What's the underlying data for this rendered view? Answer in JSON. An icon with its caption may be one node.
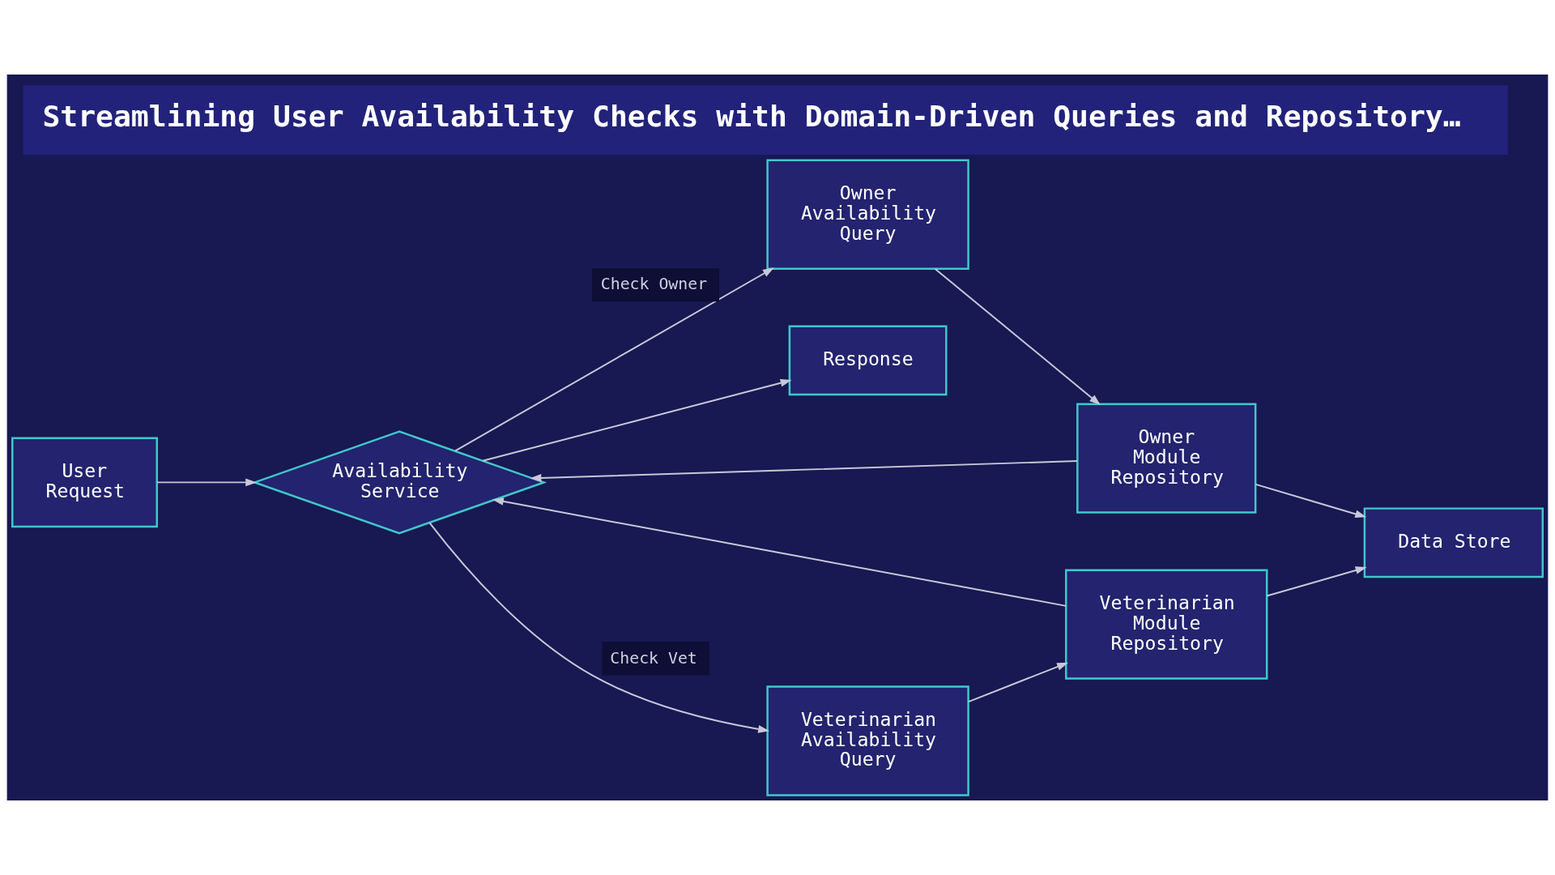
{
  "diagram": {
    "title": "Streamlining User Availability Checks with Domain-Driven Queries and Repository…",
    "nodes": [
      {
        "text": [
          "User Request"
        ]
      },
      {
        "text": [
          "Availability Service"
        ]
      },
      {
        "text": [
          "Owner Availability Query"
        ]
      },
      {
        "text": [
          "Response"
        ]
      },
      {
        "text": [
          "Veterinarian Availability Query"
        ]
      },
      {
        "text": [
          "Owner Module Repository"
        ]
      },
      {
        "text": [
          "Veterinarian Module Repository"
        ]
      },
      {
        "text": [
          "Data Store"
        ]
      }
    ],
    "edges": [
      {
        "from": 0,
        "to": 1,
        "arrow": "to"
      },
      {
        "from": 1,
        "to": 2,
        "arrow": "to",
        "label": "Check Owner"
      },
      {
        "from": 1,
        "to": 3,
        "arrow": "to"
      },
      {
        "from": 1,
        "to": 4,
        "arrow": "to",
        "label": "Check Vet"
      },
      {
        "from": 2,
        "to": 5,
        "arrow": "to"
      },
      {
        "from": 4,
        "to": 6,
        "arrow": "to"
      },
      {
        "from": 5,
        "to": 7,
        "arrow": "to"
      },
      {
        "from": 6,
        "to": 7,
        "arrow": "to"
      },
      {
        "from": 5,
        "to": 1,
        "arrow": "to"
      },
      {
        "from": 6,
        "to": 1,
        "arrow": "to"
      }
    ]
  }
}
